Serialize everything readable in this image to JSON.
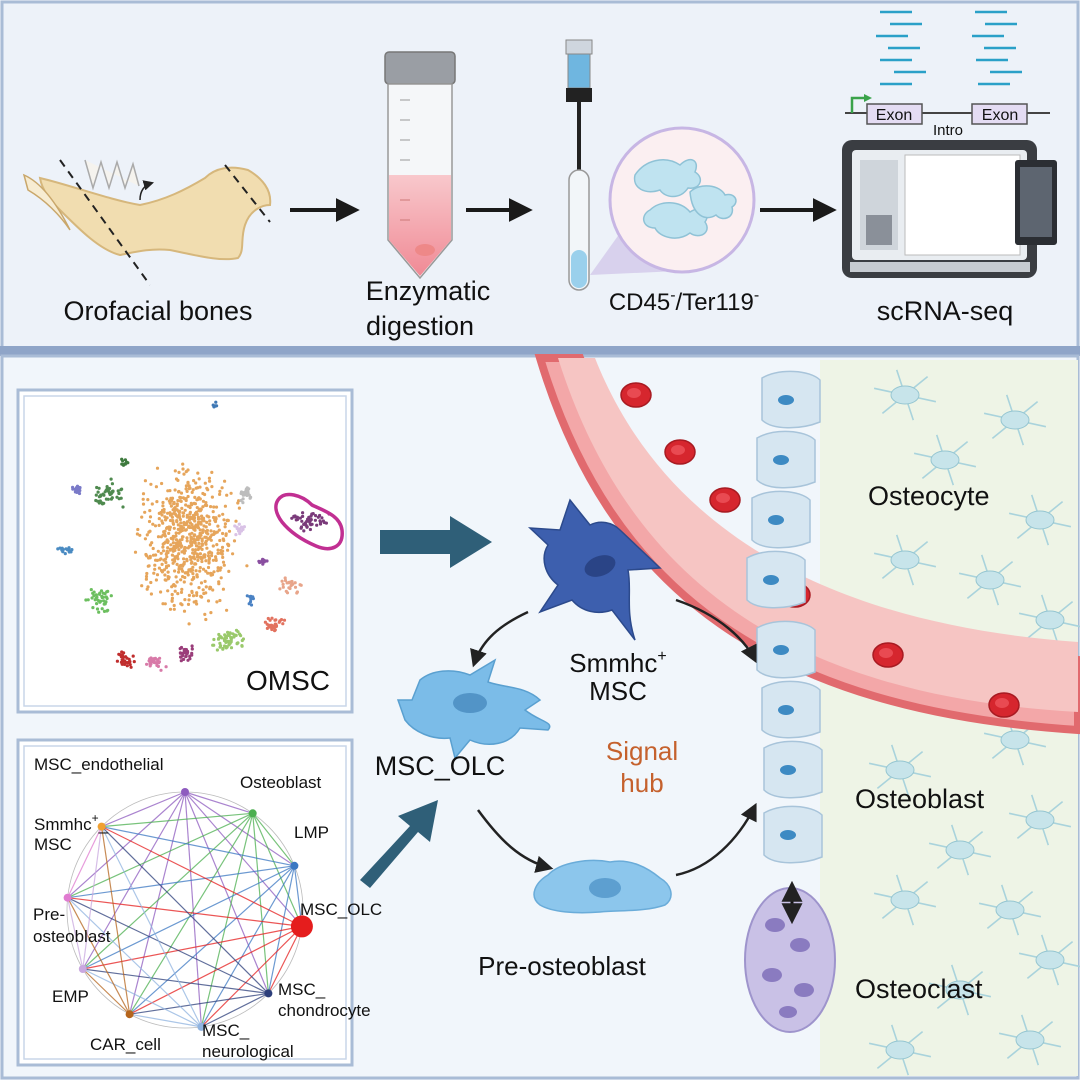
{
  "colors": {
    "background": "#f1f5fa",
    "panel_border": "#a9bcd6",
    "divider": "#8fa5c8",
    "arrow_dark": "#1a1a1a",
    "arrow_teal": "#2f5f78",
    "signal_hub": "#c5612d",
    "vessel": "#e7676c",
    "smmhc_cell": "#3d5fae",
    "olc_cell": "#6fb3e3",
    "osteoclast": "#c9c1e6"
  },
  "workflow": {
    "steps": [
      {
        "label": "Orofacial bones",
        "icon": "jaw-bone-icon"
      },
      {
        "label_line1": "Enzymatic",
        "label_line2": "digestion",
        "icon": "centrifuge-tube-icon"
      },
      {
        "label_main": "CD45",
        "sup1": "-",
        "label_mid": "/Ter119",
        "sup2": "-",
        "icon": "sorting-column-icon"
      },
      {
        "label": "scRNA-seq",
        "icon": "sequencer-icon"
      }
    ],
    "gene": {
      "exon1": "Exon",
      "exon2": "Exon",
      "intron": "Intro"
    }
  },
  "tsne": {
    "label": "OMSC"
  },
  "network": {
    "nodes": [
      {
        "label": "MSC_endothelial",
        "color": "#8e5bbf"
      },
      {
        "label": "Osteoblast",
        "color": "#4caf50"
      },
      {
        "label": "LMP",
        "color": "#3b78c2"
      },
      {
        "label": "MSC_OLC",
        "color": "#e51d1d"
      },
      {
        "label_line1": "MSC_",
        "label_line2": "chondrocyte",
        "color": "#2c3e7a"
      },
      {
        "label_line1": "MSC_",
        "label_line2": "neurological",
        "color": "#8fb3e0"
      },
      {
        "label": "CAR_cell",
        "color": "#b5651d"
      },
      {
        "label": "EMP",
        "color": "#c9a8e0"
      },
      {
        "label_line1": "Pre-",
        "label_line2": "osteoblast",
        "color": "#e07bd0"
      },
      {
        "label_line1": "Smmhc",
        "sup": "+",
        "label_mid": "_",
        "label_line2": "MSC",
        "color": "#f0a030"
      }
    ]
  },
  "cells": {
    "smmhc": {
      "line1": "Smmhc",
      "sup": "+",
      "line2": "MSC"
    },
    "olc": {
      "label": "MSC_OLC"
    },
    "preosteoblast": {
      "label": "Pre-osteoblast"
    },
    "signal_hub": {
      "line1": "Signal",
      "line2": "hub"
    },
    "osteocyte": {
      "label": "Osteocyte"
    },
    "osteoblast": {
      "label": "Osteoblast"
    },
    "osteoclast": {
      "label": "Osteoclast"
    }
  }
}
